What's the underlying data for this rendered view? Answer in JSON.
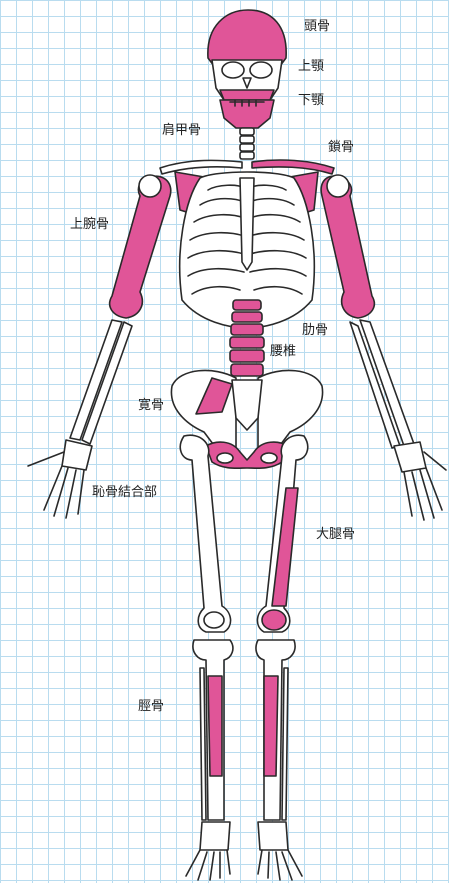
{
  "labels": {
    "skull": "頭骨",
    "maxilla": "上顎",
    "mandible": "下顎",
    "scapula": "肩甲骨",
    "clavicle": "鎖骨",
    "humerus": "上腕骨",
    "ribs": "肋骨",
    "lumbar": "腰椎",
    "hip": "寛骨",
    "pubic": "恥骨結合部",
    "femur": "大腿骨",
    "tibia": "脛骨"
  },
  "colors": {
    "highlight": "#e05598",
    "outline": "#2a2a2a",
    "grid": "#b9dcef"
  }
}
